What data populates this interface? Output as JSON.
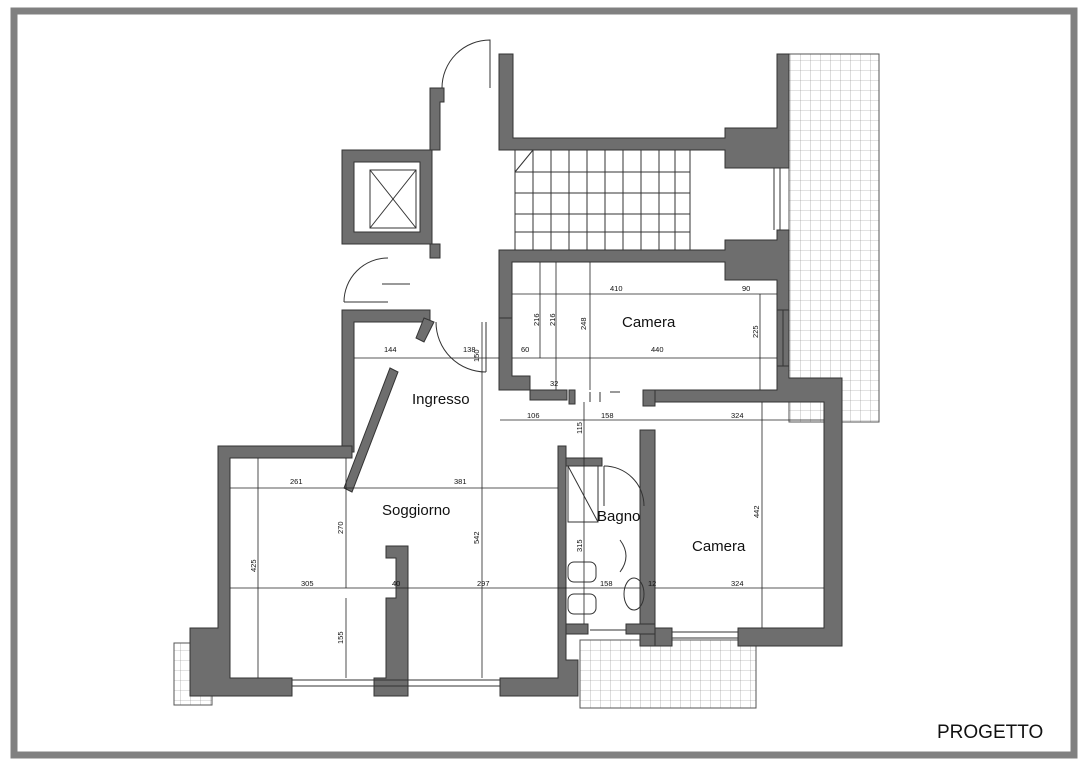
{
  "stamp": "PROGETTO",
  "rooms": {
    "camera_top": "Camera",
    "camera_bottom": "Camera",
    "ingresso": "Ingresso",
    "soggiorno": "Soggiorno",
    "bagno": "Bagno"
  },
  "dims": {
    "d410": "410",
    "d90": "90",
    "d216a": "216",
    "d216b": "216",
    "d248": "248",
    "d225": "225",
    "d60": "60",
    "d440": "440",
    "d144": "144",
    "d138": "138",
    "d150": "150",
    "d32": "32",
    "d106": "106",
    "d158a": "158",
    "d324a": "324",
    "d115": "115",
    "d261": "261",
    "d381": "381",
    "d270": "270",
    "d542": "542",
    "d442": "442",
    "d315": "315",
    "d425": "425",
    "d305": "305",
    "d40": "40",
    "d297": "297",
    "d158b": "158",
    "d12": "12",
    "d324b": "324",
    "d155": "155"
  },
  "colors": {
    "wall": "#6e6e6e",
    "frame": "#808080"
  }
}
